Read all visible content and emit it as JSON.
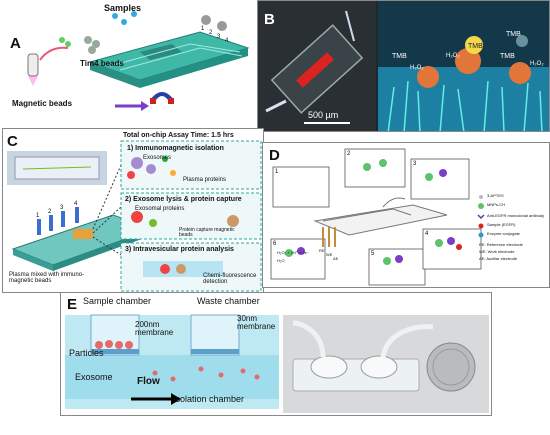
{
  "panelA": {
    "letter": "A",
    "samples": "Samples",
    "tim4": "Tim4 beads",
    "magnetic": "Magnetic beads",
    "ports": [
      "1",
      "2",
      "3",
      "4"
    ]
  },
  "panelB": {
    "letter": "B",
    "scale": "500 µm",
    "tmb": [
      "TMB",
      "TMB",
      "TMB",
      "TMB"
    ],
    "h2o2": [
      "H₂O₂",
      "H₂O₂",
      "H₂O₂"
    ]
  },
  "panelC": {
    "letter": "C",
    "assay_time": "Total on-chip Assay Time: 1.5 hrs",
    "step1": "1) Immunomagnetic isolation",
    "exosomes": "Exosomes",
    "plasma_proteins": "Plasma proteins",
    "step2": "2) Exosome lysis & protein capture",
    "exosomal_proteins": "Exosomal proteins",
    "capture_beads": "Protein capture magnetic beads",
    "step3": "3) Intravesicular protein analysis",
    "chemi": "Chemi-fluorescence detection",
    "plasma_mixed": "Plasma mixed with immuno-magnetic beads",
    "chip_numbers": [
      "1",
      "2",
      "3",
      "4"
    ]
  },
  "panelD": {
    "letter": "D",
    "steps": [
      "1",
      "2",
      "3",
      "4",
      "5",
      "6"
    ],
    "legend": [
      "3-APTES",
      "MNPs-CH",
      "Anti-EGFR monoclonal antibody",
      "Sample (EGFR)",
      "Enzyme conjugate",
      "RE: Reference electrode",
      "WE: Work electrode",
      "AE: Auxiliar electrode"
    ],
    "electrodes": [
      "RE",
      "WE",
      "AE"
    ],
    "reaction": [
      "H₂O₂ + 2H⁺ + 2e⁻",
      "H₂O"
    ]
  },
  "panelE": {
    "letter": "E",
    "sample_chamber": "Sample chamber",
    "waste_chamber": "Waste chamber",
    "membrane200": "200nm membrane",
    "membrane30": "30nm membrane",
    "particles": "Particles",
    "exosome": "Exosome",
    "flow": "Flow",
    "isolation": "Isolation chamber"
  },
  "colors": {
    "chip_teal": "#3fb8a8",
    "accent_red": "#d22",
    "box_border": "#2aa7a0",
    "magnet_blue": "#2244aa"
  }
}
